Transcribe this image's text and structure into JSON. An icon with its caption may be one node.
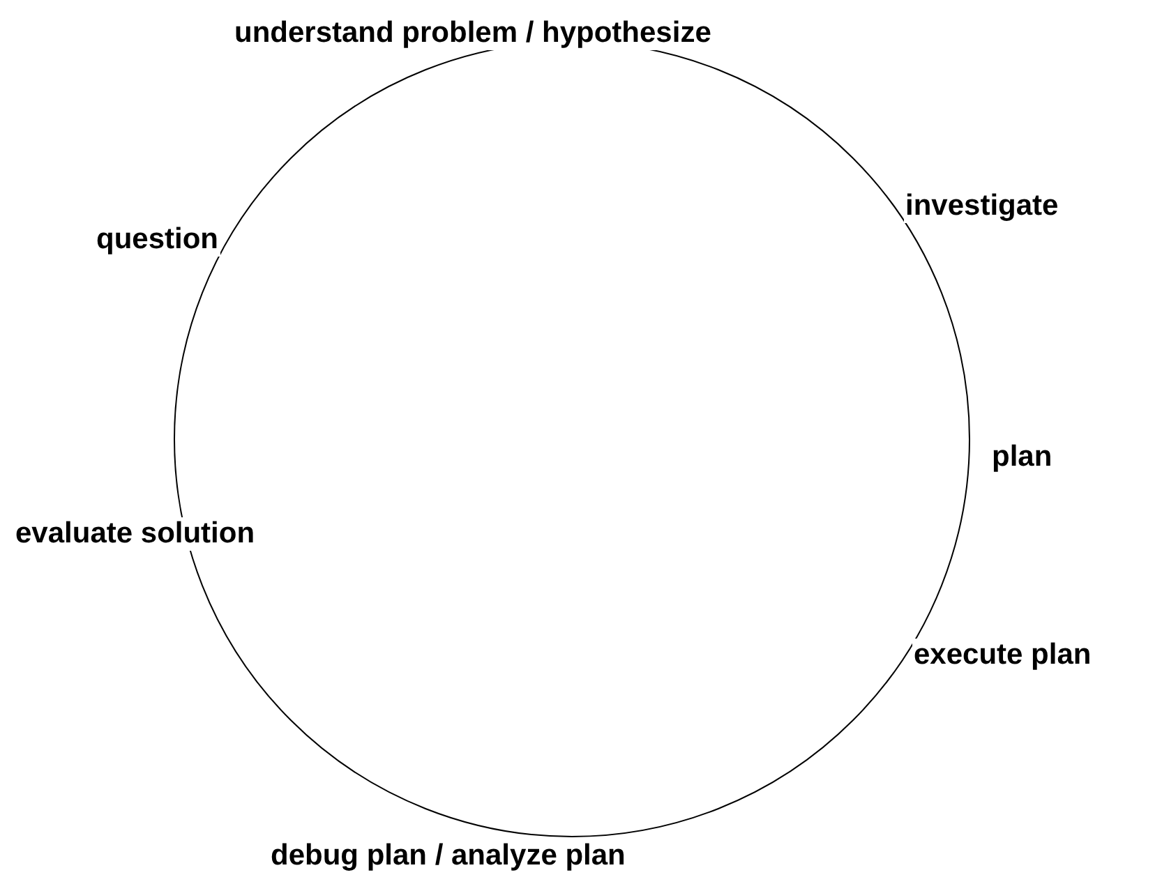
{
  "diagram": {
    "labels": [
      "understand problem / hypothesize",
      "investigate",
      "question",
      "plan",
      "evaluate solution",
      "execute plan",
      "debug plan / analyze plan"
    ]
  }
}
